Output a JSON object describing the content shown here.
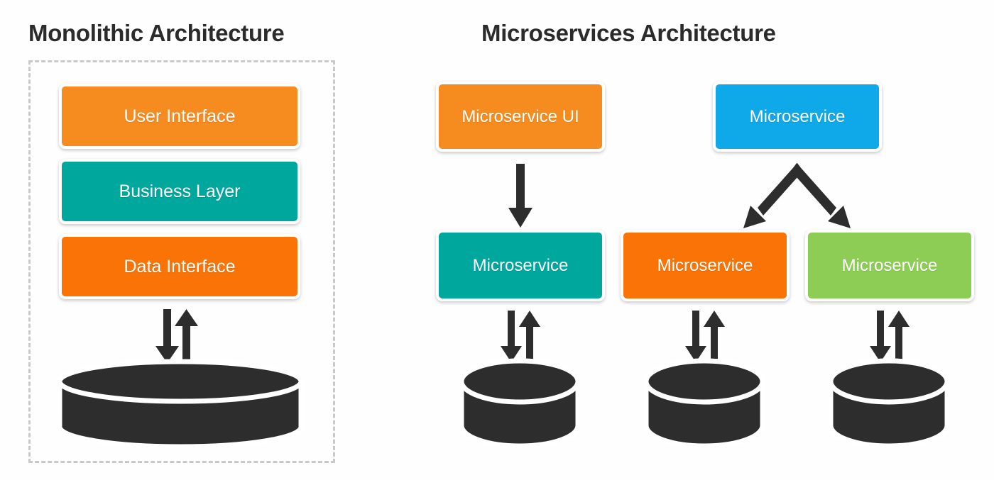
{
  "diagram": {
    "background_color": "#fefefe",
    "title_color": "#2b2b2b",
    "dashed_border_color": "#c9c9c9",
    "cylinder_color": "#2d2d2d",
    "arrow_color": "#2d2d2d"
  },
  "panels": {
    "monolithic": {
      "title": "Monolithic Architecture",
      "layers": [
        {
          "label": "User Interface",
          "color": "#f68b1f"
        },
        {
          "label": "Business Layer",
          "color": "#00a79d"
        },
        {
          "label": "Data Interface",
          "color": "#f97306"
        }
      ],
      "database": {
        "name": "database-cylinder",
        "color": "#2d2d2d"
      },
      "connector": {
        "name": "bidirectional-arrow",
        "directions": [
          "down",
          "up"
        ]
      }
    },
    "microservices": {
      "title": "Microservices Architecture",
      "top_nodes": [
        {
          "label": "Microservice UI",
          "color": "#f68b1f"
        },
        {
          "label": "Microservice",
          "color": "#0fa8e8"
        }
      ],
      "bottom_nodes": [
        {
          "label": "Microservice",
          "color": "#00a79d"
        },
        {
          "label": "Microservice",
          "color": "#f97306"
        },
        {
          "label": "Microservice",
          "color": "#8dcc55"
        }
      ],
      "databases": [
        {
          "name": "database-cylinder",
          "color": "#2d2d2d"
        },
        {
          "name": "database-cylinder",
          "color": "#2d2d2d"
        },
        {
          "name": "database-cylinder",
          "color": "#2d2d2d"
        }
      ],
      "connectors": {
        "ui_to_service": {
          "name": "down-arrow",
          "directions": [
            "down"
          ]
        },
        "service_fanout_left": {
          "name": "diagonal-arrow-down-left",
          "directions": [
            "down-left"
          ]
        },
        "service_fanout_right": {
          "name": "diagonal-arrow-down-right",
          "directions": [
            "down-right"
          ]
        },
        "service_to_db": {
          "name": "bidirectional-arrow",
          "directions": [
            "down",
            "up"
          ]
        }
      }
    }
  }
}
